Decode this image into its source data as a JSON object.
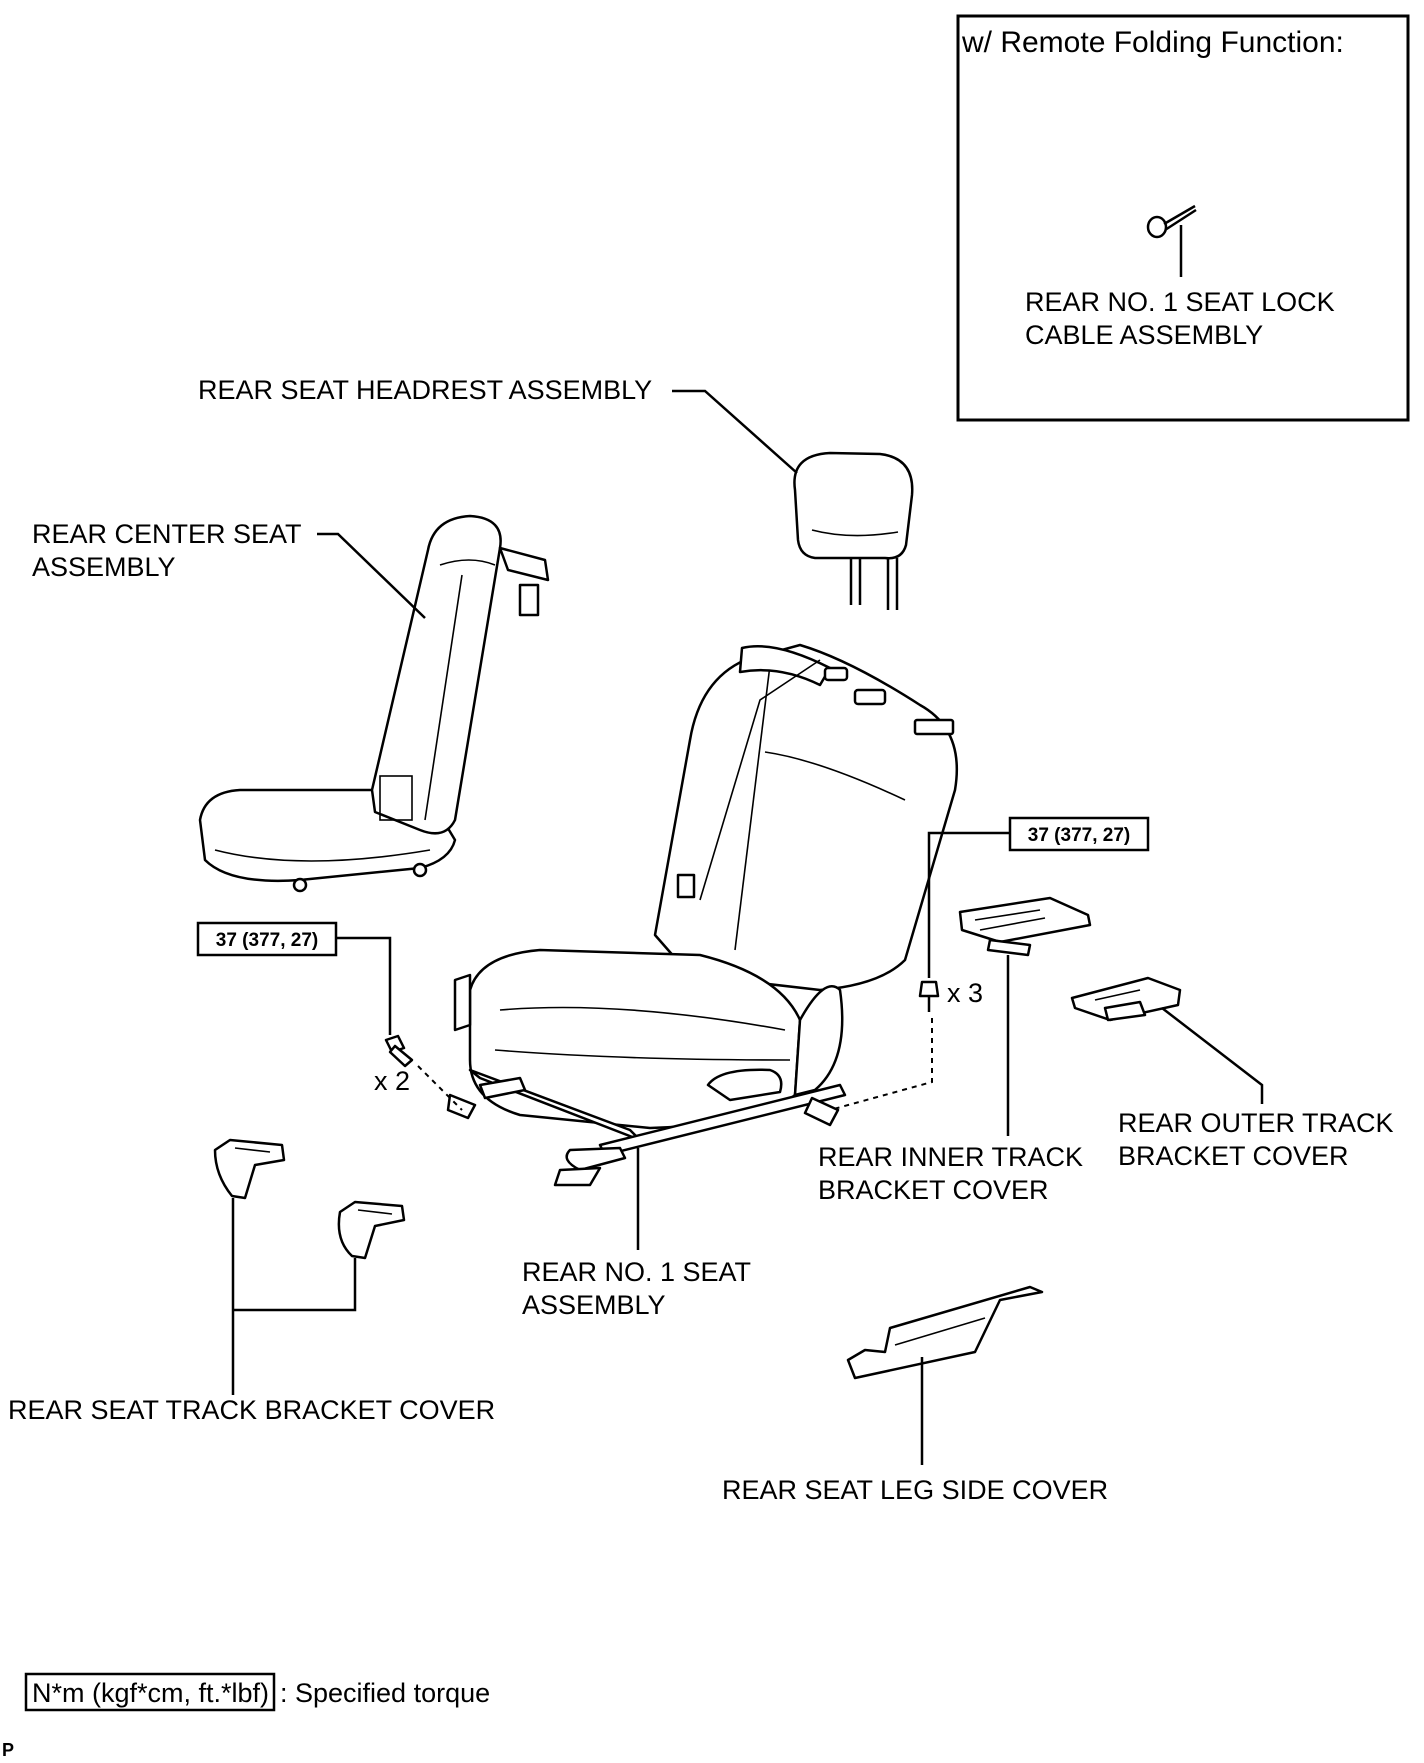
{
  "inset": {
    "title": "w/ Remote Folding Function:",
    "label_lines": [
      "REAR NO. 1 SEAT LOCK",
      "CABLE ASSEMBLY"
    ]
  },
  "labels": {
    "headrest": "REAR SEAT HEADREST ASSEMBLY",
    "center_seat": [
      "REAR CENTER SEAT",
      "ASSEMBLY"
    ],
    "no1_seat": [
      "REAR NO. 1 SEAT",
      "ASSEMBLY"
    ],
    "inner_cover": [
      "REAR INNER TRACK",
      "BRACKET COVER"
    ],
    "outer_cover": [
      "REAR OUTER TRACK",
      "BRACKET COVER"
    ],
    "track_cover": "REAR SEAT TRACK BRACKET COVER",
    "leg_cover": "REAR SEAT LEG SIDE COVER"
  },
  "torque": {
    "left": "37 (377, 27)",
    "right": "37 (377, 27)"
  },
  "quantities": {
    "left": "x 2",
    "right": "x 3"
  },
  "legend": {
    "box_text": "N*m (kgf*cm, ft.*lbf)",
    "description": ": Specified torque"
  },
  "corner_mark": "P"
}
